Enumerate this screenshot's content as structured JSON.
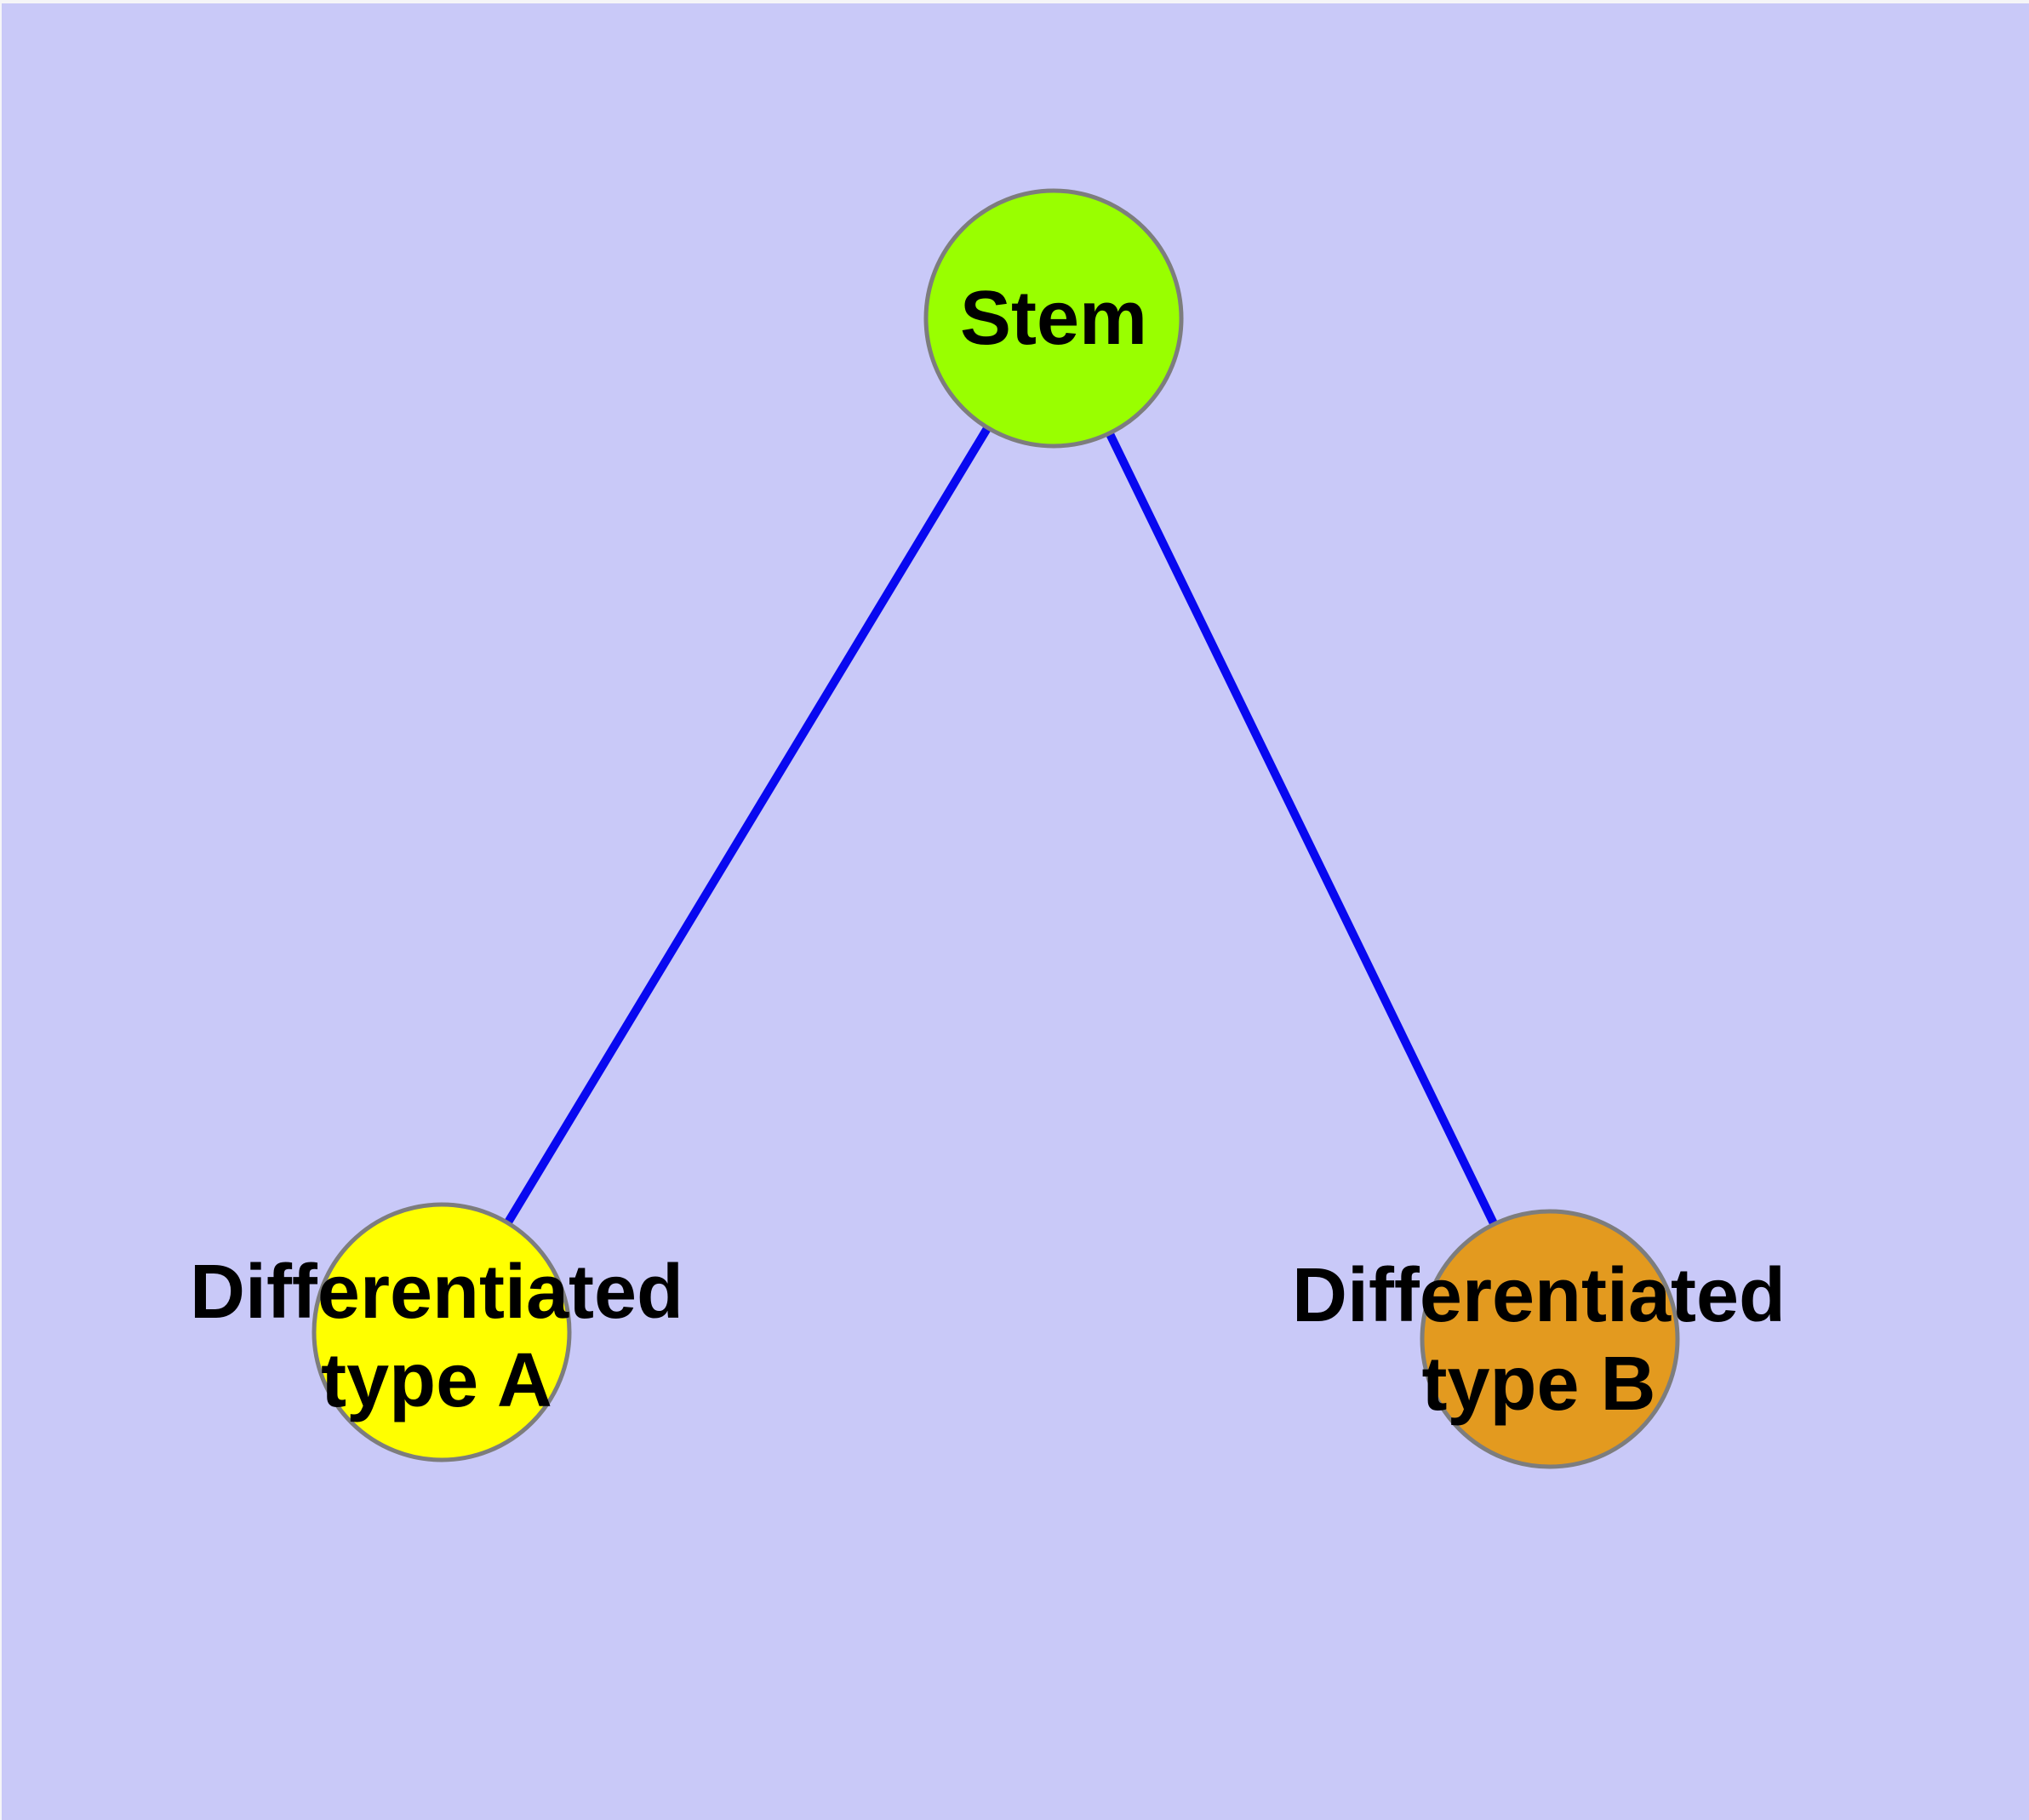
{
  "diagram": {
    "type": "graph",
    "background_color": "#C9C9F8",
    "edge_color": "#0808F0",
    "node_border_color": "#7D7D7D",
    "label_color": "#000000",
    "nodes": [
      {
        "id": "stem",
        "label": "Stem",
        "lines": [
          "Stem"
        ],
        "fill": "#99FF00"
      },
      {
        "id": "differentiated-type-a",
        "label": "Differentiated type A",
        "lines": [
          "Differentiated",
          "type A"
        ],
        "fill": "#FFFF00"
      },
      {
        "id": "differentiated-type-b",
        "label": "Differentiated type B",
        "lines": [
          "Differentiated",
          "type B"
        ],
        "fill": "#E39A1F"
      }
    ],
    "edges": [
      {
        "from": "stem",
        "to": "differentiated-type-a"
      },
      {
        "from": "stem",
        "to": "differentiated-type-b"
      }
    ]
  }
}
